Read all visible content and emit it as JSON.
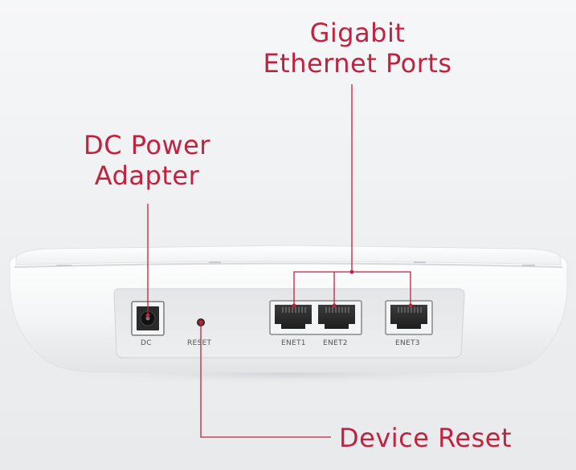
{
  "callouts": {
    "gigabit_line1": "Gigabit",
    "gigabit_line2": "Ethernet Ports",
    "dc_line1": "DC Power",
    "dc_line2": "Adapter",
    "reset": "Device Reset"
  },
  "ports": {
    "dc": "DC",
    "reset": "RESET",
    "enet1": "ENET1",
    "enet2": "ENET2",
    "enet3": "ENET3"
  },
  "colors": {
    "accent": "#c0223f"
  }
}
